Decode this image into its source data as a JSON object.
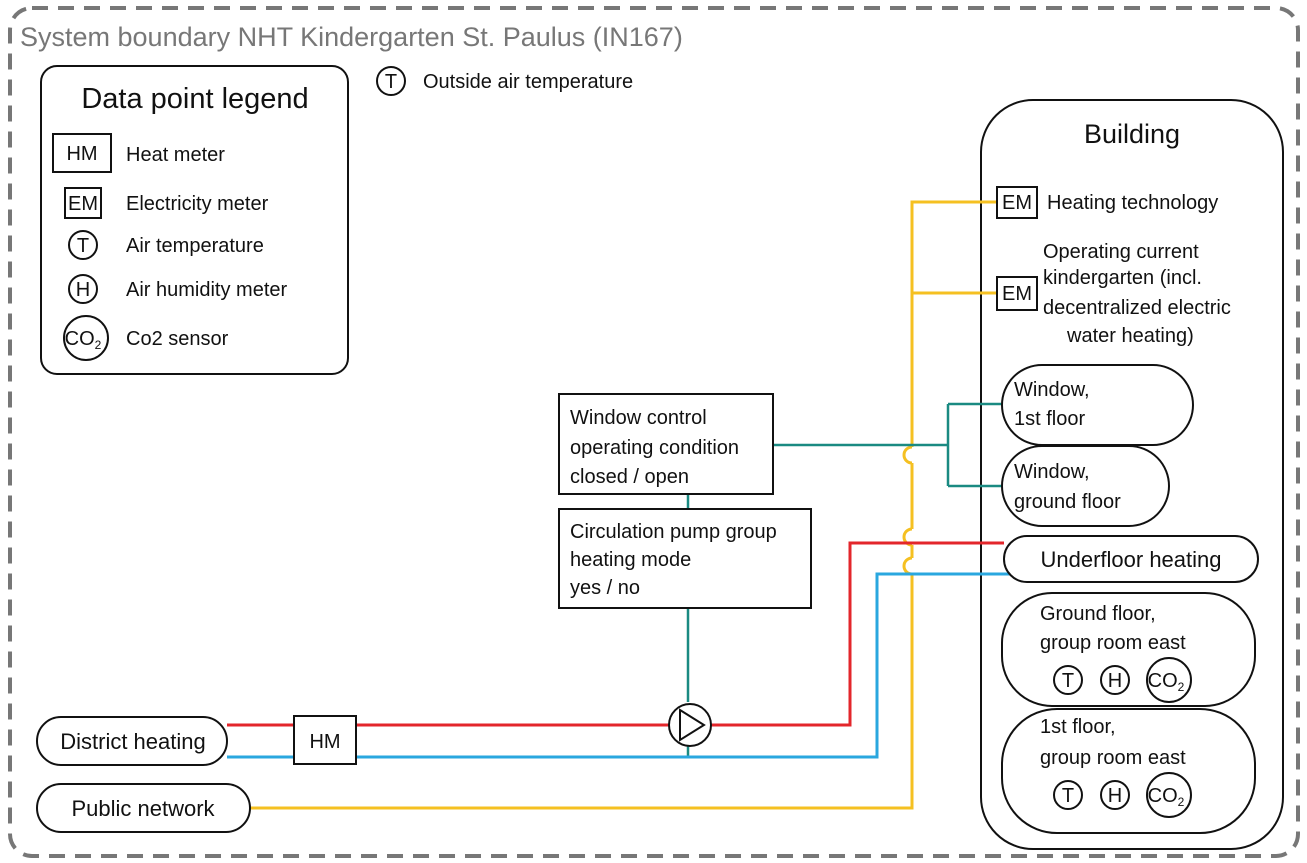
{
  "boundary": {
    "title": "System boundary NHT Kindergarten St. Paulus (IN167)"
  },
  "outside_temp": {
    "symbol": "T",
    "label": "Outside air temperature"
  },
  "legend": {
    "title": "Data point legend",
    "items": [
      {
        "symbol": "HM",
        "label": "Heat meter"
      },
      {
        "symbol": "EM",
        "label": "Electricity meter"
      },
      {
        "symbol": "T",
        "label": "Air temperature"
      },
      {
        "symbol": "H",
        "label": "Air humidity meter"
      },
      {
        "symbol": "CO",
        "subscript": "2",
        "label": "Co2 sensor"
      }
    ]
  },
  "building": {
    "title": "Building",
    "heating_tech": {
      "symbol": "EM",
      "label": "Heating technology"
    },
    "operating_current": {
      "symbol": "EM",
      "lines": [
        "Operating current",
        "kindergarten (incl.",
        "decentralized electric",
        "water heating)"
      ]
    },
    "window_1st": {
      "lines": [
        "Window,",
        "1st floor"
      ]
    },
    "window_ground": {
      "lines": [
        "Window,",
        "ground floor"
      ]
    },
    "underfloor": {
      "label": "Underfloor heating"
    },
    "room_ground": {
      "lines": [
        "Ground floor,",
        "group room east"
      ],
      "sensors": {
        "t": "T",
        "h": "H",
        "co2": "CO",
        "co2_sub": "2"
      }
    },
    "room_1st": {
      "lines": [
        "1st floor,",
        "group room east"
      ],
      "sensors": {
        "t": "T",
        "h": "H",
        "co2": "CO",
        "co2_sub": "2"
      }
    }
  },
  "window_control": {
    "lines": [
      "Window control",
      "operating condition",
      "closed / open"
    ]
  },
  "pump_group": {
    "lines": [
      "Circulation pump group",
      "heating mode",
      "yes / no"
    ]
  },
  "district_heating": {
    "label": "District heating"
  },
  "heat_meter": {
    "symbol": "HM"
  },
  "public_network": {
    "label": "Public network"
  },
  "colors": {
    "supply": "#e3262b",
    "return": "#2aa7df",
    "electricity": "#f5c021",
    "control": "#1a8a82",
    "boundary": "#777777"
  }
}
